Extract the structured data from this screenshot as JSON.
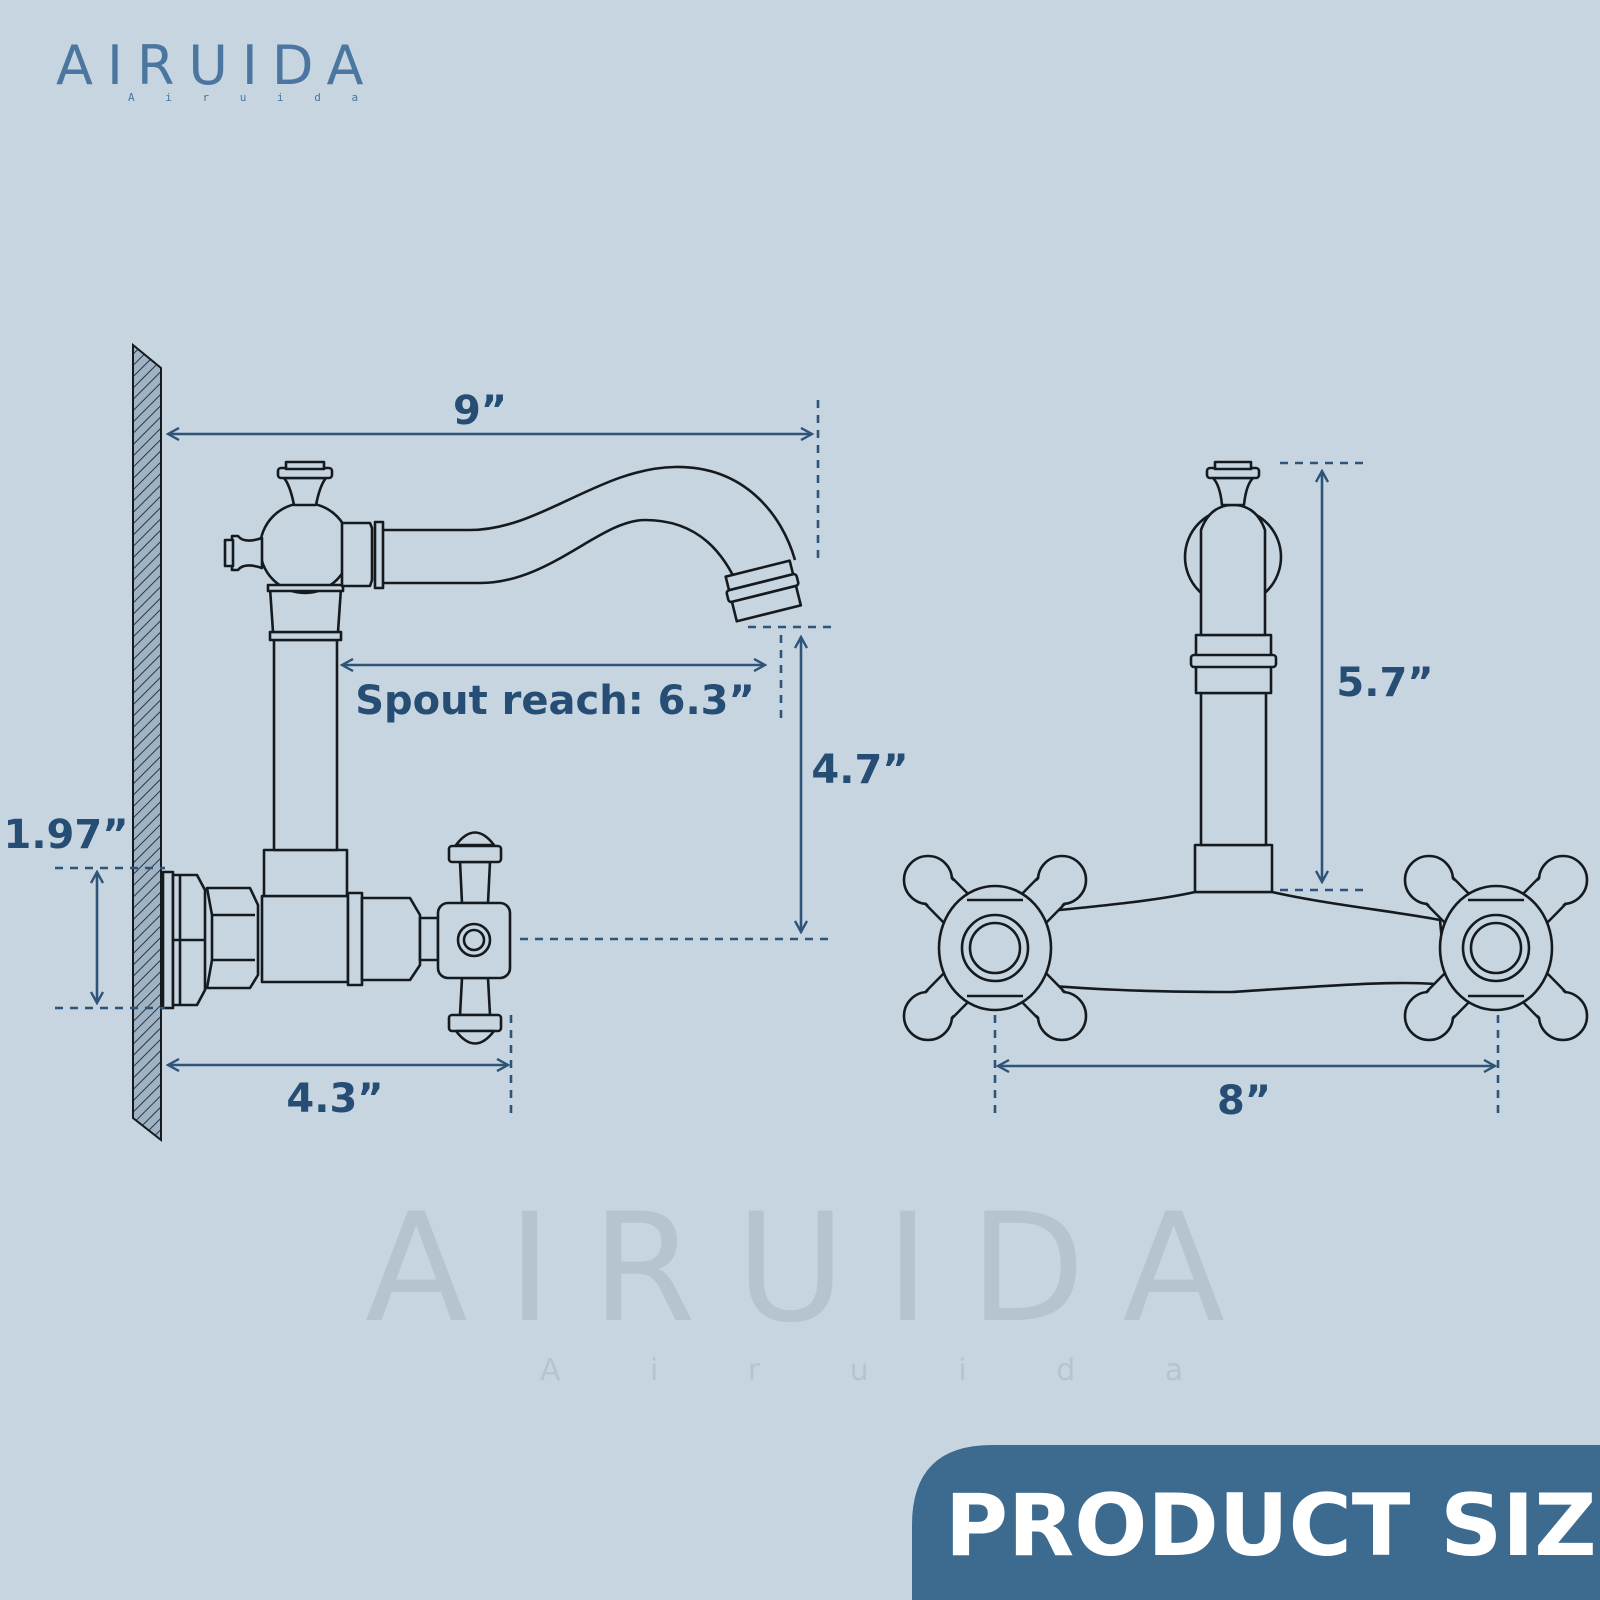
{
  "logo": {
    "brand": "AIRUIDA",
    "subtitle": "A i r u i d a",
    "color": "#4a76a0"
  },
  "watermark": {
    "brand": "AIRUIDA",
    "subtitle": "A i r u i d a"
  },
  "dimensions": {
    "overall_length": "9”",
    "spout_reach": "Spout reach: 6.3”",
    "spout_height": "4.7”",
    "inlet_diameter": "1.97”",
    "wall_to_handle": "4.3”",
    "front_height": "5.7”",
    "handle_spacing": "8”"
  },
  "banner": {
    "label": "PRODUCT SIZE",
    "color": "#3d6a8f"
  },
  "colors": {
    "background": "#c7d5e0",
    "dimension": "#2e5478",
    "line": "#151a1f"
  }
}
